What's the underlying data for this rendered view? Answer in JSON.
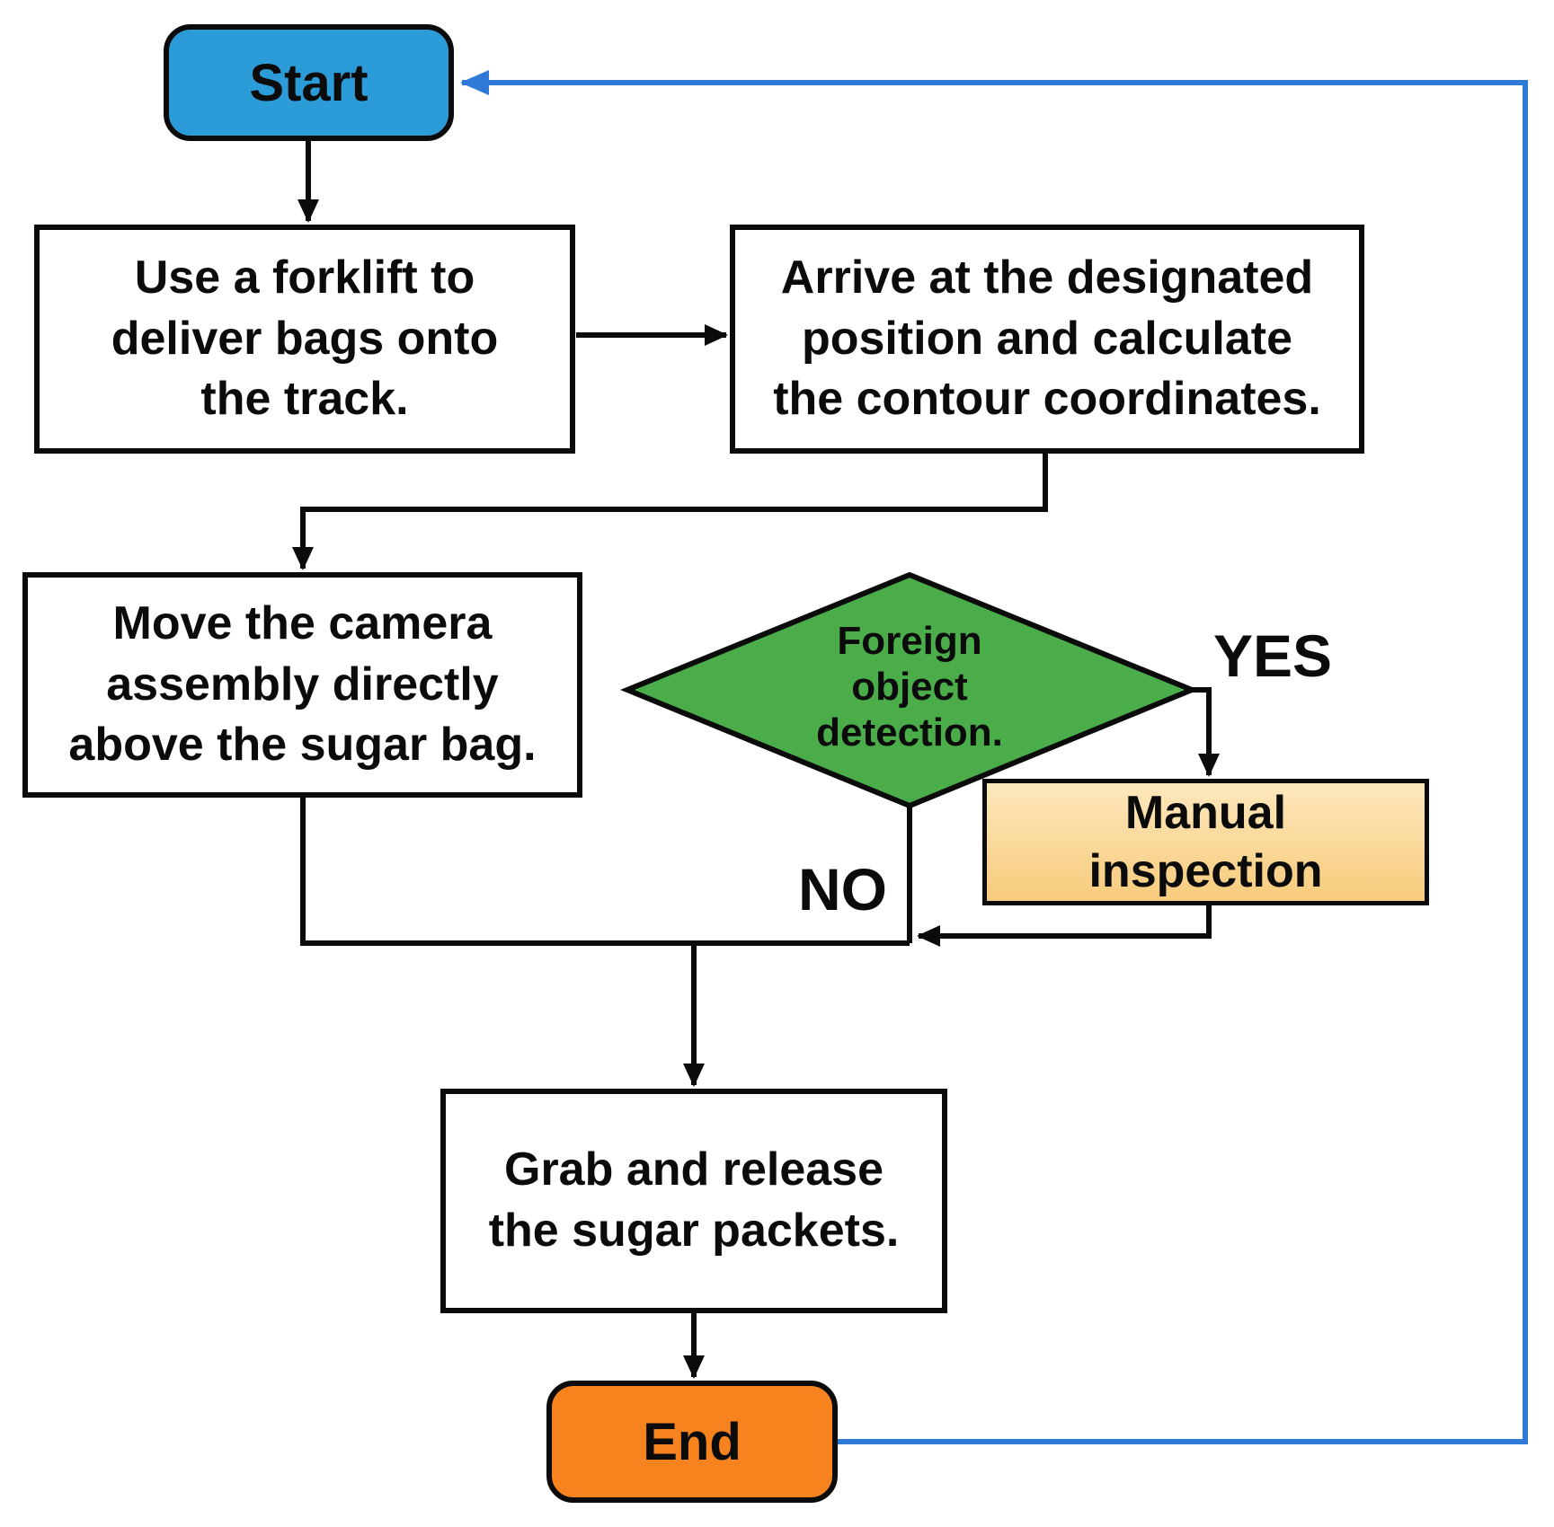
{
  "colors": {
    "ink": "#0b0b0b",
    "start_fill": "#2b9cd8",
    "diamond_fill": "#4aad4a",
    "manual_top": "#fde8bc",
    "manual_bottom": "#f7cb7c",
    "end_fill": "#f6831e",
    "loop_blue": "#2f7ad6"
  },
  "nodes": {
    "start": {
      "label": "Start"
    },
    "deliver": {
      "label": [
        "Use a forklift to",
        "deliver bags onto",
        "the track."
      ]
    },
    "arrive": {
      "label": [
        "Arrive at the designated",
        "position and calculate",
        "the contour coordinates."
      ]
    },
    "camera": {
      "label": [
        "Move the camera",
        "assembly directly",
        "above the sugar bag."
      ]
    },
    "decision": {
      "label": [
        "Foreign",
        "object",
        "detection."
      ]
    },
    "manual": {
      "label": [
        "Manual",
        "inspection"
      ]
    },
    "grab": {
      "label": [
        "Grab and release",
        "the sugar packets."
      ]
    },
    "end": {
      "label": "End"
    }
  },
  "edges": {
    "yes_label": "YES",
    "no_label": "NO"
  }
}
